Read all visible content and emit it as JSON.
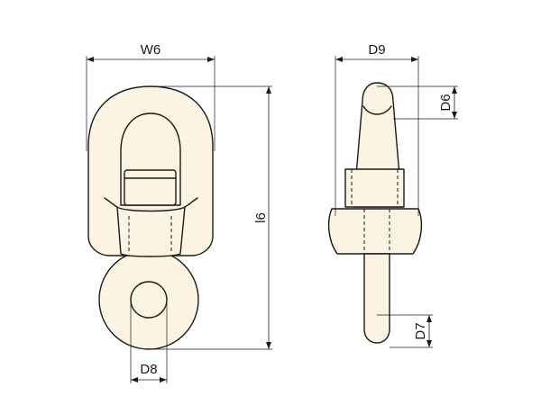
{
  "dimensions": {
    "w6": "W6",
    "d9": "D9",
    "d6": "D6",
    "l6": "l6",
    "d7": "D7",
    "d8": "D8"
  },
  "colors": {
    "part_fill": "#fcf3e2",
    "line": "#1a1a1a"
  }
}
